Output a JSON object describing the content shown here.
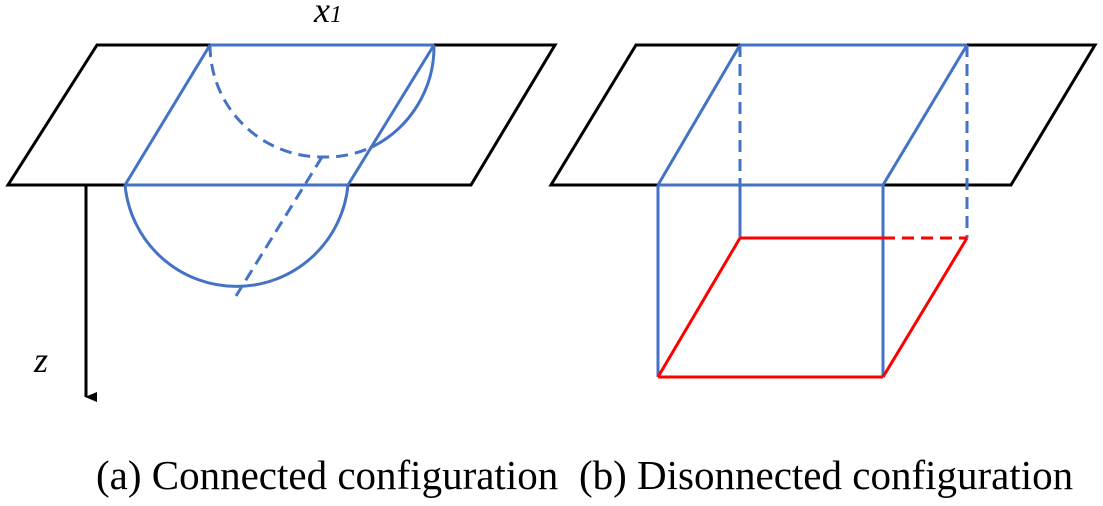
{
  "labels": {
    "x_axis": "x",
    "x_axis_subscript": "1",
    "z_axis": "z"
  },
  "captions": {
    "a": "(a) Connected configuration",
    "b": "(b) Disonnected configuration"
  },
  "colors": {
    "plane": "#000000",
    "surface": "#4472c4",
    "boundary": "#ff0000"
  }
}
